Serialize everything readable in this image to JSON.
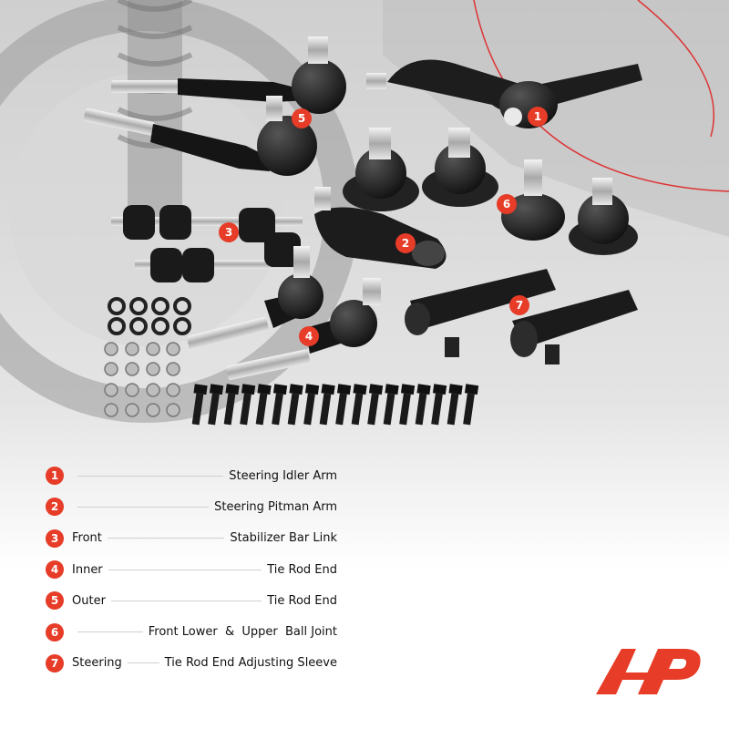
{
  "accent_color": "#e63c28",
  "product_image": {
    "kind": "photo",
    "subject": "steering and suspension parts over faded vehicle background"
  },
  "badges": [
    "1",
    "2",
    "3",
    "4",
    "5",
    "6",
    "7"
  ],
  "legend": [
    {
      "num": "1",
      "lead": "",
      "name": "Steering Idler Arm"
    },
    {
      "num": "2",
      "lead": "",
      "name": "Steering Pitman Arm"
    },
    {
      "num": "3",
      "lead": "Front",
      "name": "Stabilizer Bar Link"
    },
    {
      "num": "4",
      "lead": "Inner",
      "name": "Tie Rod End"
    },
    {
      "num": "5",
      "lead": "Outer",
      "name": "Tie Rod End"
    },
    {
      "num": "6",
      "lead": "",
      "name": "Front Lower  &  Upper  Ball Joint"
    },
    {
      "num": "7",
      "lead": "Steering",
      "name": "Tie Rod End Adjusting Sleeve"
    }
  ],
  "logo": {
    "name": "brand-logo"
  }
}
